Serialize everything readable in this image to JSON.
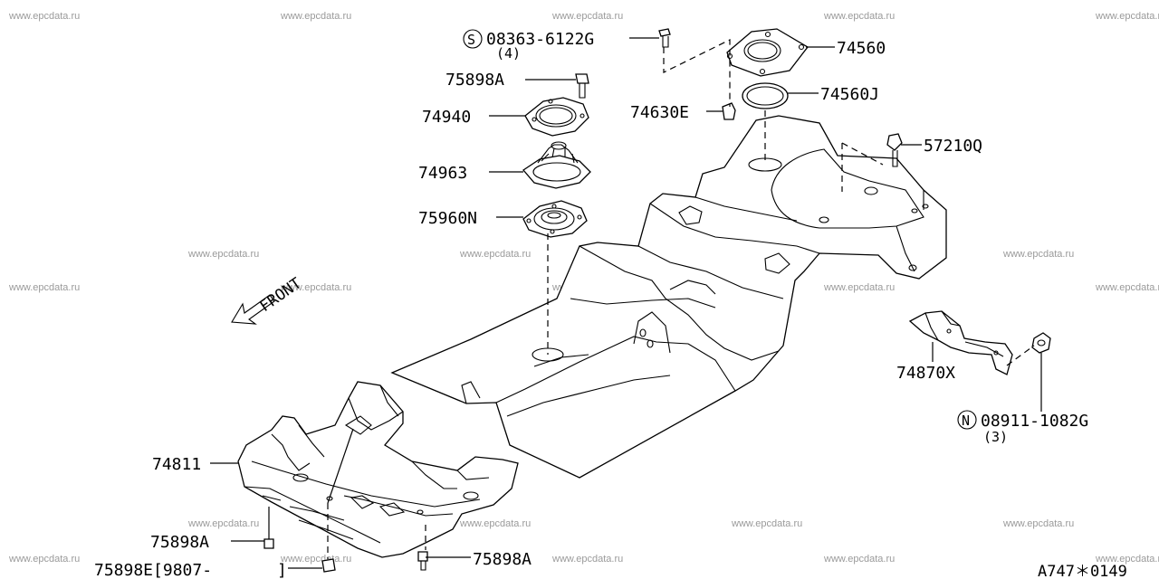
{
  "watermark": "www.epcdata.ru",
  "front_label": "FRONT",
  "diagram_code": "A747＊0149",
  "callouts": {
    "bolt_s": {
      "prefix": "S",
      "part": "08363-6122G",
      "qty": "(4)"
    },
    "p74560": "74560",
    "p74560j": "74560J",
    "p75898a_top": "75898A",
    "p74940": "74940",
    "p74630e": "74630E",
    "p57210q": "57210Q",
    "p74963": "74963",
    "p75960n": "75960N",
    "p74811": "74811",
    "p74870x": "74870X",
    "nut_n": {
      "prefix": "N",
      "part": "08911-1082G",
      "qty": "(3)"
    },
    "p75898a_left": "75898A",
    "p75898a_bottom": "75898A",
    "p75898e": "75898E[9807-",
    "p75898e_bracket": "]"
  }
}
